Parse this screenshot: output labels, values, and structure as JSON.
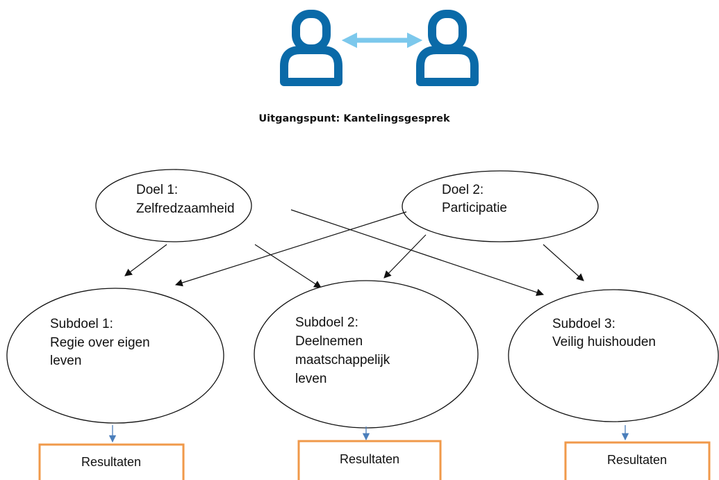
{
  "header": {
    "title": "Uitgangspunt: Kantelingsgesprek",
    "icon_left": "person-outline-icon",
    "icon_right": "person-outline-icon",
    "exchange_icon": "double-arrow-icon",
    "icon_color": "#0a6aa8",
    "exchange_color": "#7cc8ec"
  },
  "goals": [
    {
      "line1": "Doel 1:",
      "line2": "Zelfredzaamheid"
    },
    {
      "line1": "Doel 2:",
      "line2": "Participatie"
    }
  ],
  "subgoals": [
    {
      "lines": [
        "Subdoel 1:",
        "Regie over eigen",
        "leven"
      ]
    },
    {
      "lines": [
        "Subdoel 2:",
        "Deelnemen",
        "maatschappelijk",
        "leven"
      ]
    },
    {
      "lines": [
        "Subdoel 3:",
        "Veilig huishouden"
      ]
    }
  ],
  "results": [
    {
      "label": "Resultaten"
    },
    {
      "label": "Resultaten"
    },
    {
      "label": "Resultaten"
    }
  ],
  "colors": {
    "result_border": "#f0994a",
    "result_arrow": "#4a7ebb",
    "line": "#111111"
  }
}
